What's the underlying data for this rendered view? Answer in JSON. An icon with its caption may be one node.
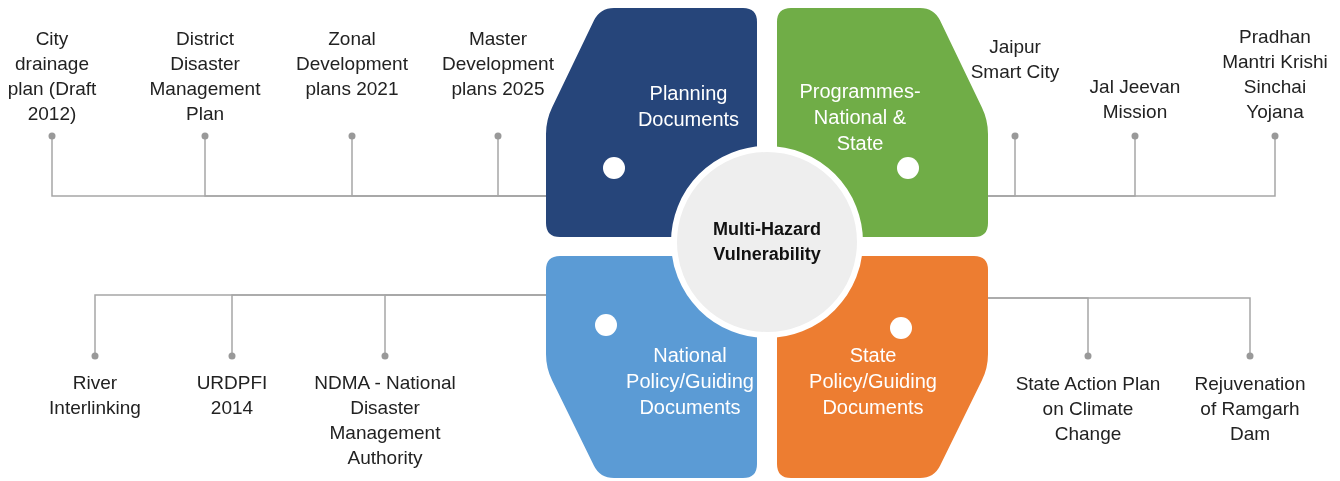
{
  "diagram": {
    "nodes": [
      {
        "text": [
          "Planning Documents"
        ]
      },
      {
        "text": [],
        "shape": "circle",
        "in": 0
      },
      {
        "text": [
          "Programmes- National & State"
        ]
      },
      {
        "text": [],
        "shape": "circle",
        "in": 2
      },
      {
        "text": [
          "Multi-Hazard Vulnerability"
        ]
      },
      {
        "text": [
          "National Policy/Guiding Documents"
        ]
      },
      {
        "text": [],
        "shape": "circle",
        "in": 5
      },
      {
        "text": [
          "State Policy/Guiding Documents"
        ]
      },
      {
        "text": [],
        "shape": "circle",
        "in": 7
      },
      {
        "text": [
          "City drainage plan (Draft 2012)"
        ]
      },
      {
        "text": [
          "District Disaster Management Plan"
        ]
      },
      {
        "text": [
          "Zonal Development plans 2021"
        ]
      },
      {
        "text": [
          "Master Development plans 2025"
        ]
      },
      {
        "text": [
          "Jaipur Smart City"
        ]
      },
      {
        "text": [
          "Jal Jeevan Mission"
        ]
      },
      {
        "text": [
          "Pradhan Mantri Krishi Sinchai Yojana"
        ]
      },
      {
        "text": [
          "River Interlinking"
        ]
      },
      {
        "text": [
          "URDPFI 2014"
        ]
      },
      {
        "text": [
          "NDMA - National Disaster Management Authority"
        ]
      },
      {
        "text": [
          "State Action Plan on Climate Change"
        ]
      },
      {
        "text": [
          "Rejuvenation of Ramgarh Dam"
        ]
      }
    ],
    "edges": [
      {
        "from": 1,
        "to": 9,
        "arrow": "other"
      },
      {
        "from": 1,
        "to": 10,
        "arrow": "other"
      },
      {
        "from": 1,
        "to": 11,
        "arrow": "other"
      },
      {
        "from": 1,
        "to": 12,
        "arrow": "other"
      },
      {
        "from": 3,
        "to": 13,
        "arrow": "other"
      },
      {
        "from": 3,
        "to": 14,
        "arrow": "other"
      },
      {
        "from": 3,
        "to": 15,
        "arrow": "other"
      },
      {
        "from": 6,
        "to": 16,
        "arrow": "other"
      },
      {
        "from": 6,
        "to": 17,
        "arrow": "other"
      },
      {
        "from": 6,
        "to": 18,
        "arrow": "other"
      },
      {
        "from": 8,
        "to": 19,
        "arrow": "other"
      },
      {
        "from": 8,
        "to": 20,
        "arrow": "other"
      }
    ]
  }
}
